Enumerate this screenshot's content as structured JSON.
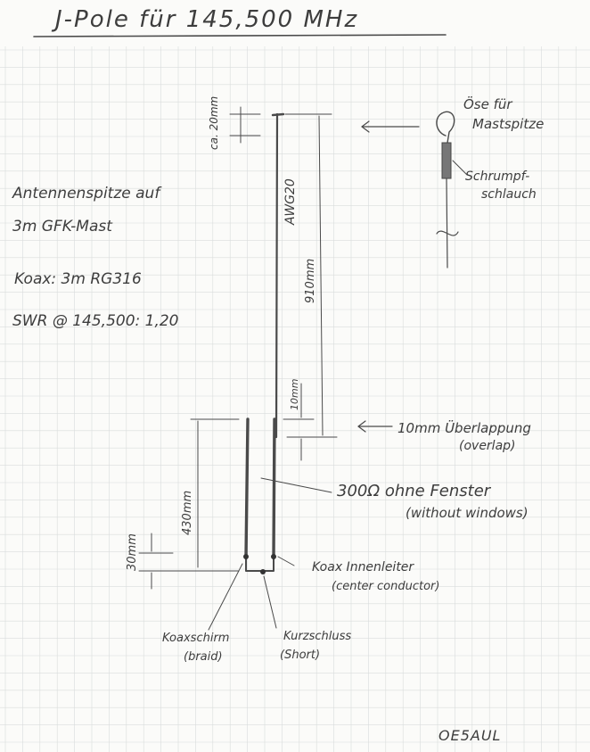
{
  "colors": {
    "paper": "#fbfbf9",
    "grid": "#d9dcdc",
    "ink": "#3d3d3d",
    "pencil": "#555555"
  },
  "title": "J-Pole für 145,500 MHz",
  "notes": {
    "line1": "Antennenspitze auf",
    "line2": "3m GFK-Mast",
    "koax": "Koax: 3m RG316",
    "swr": "SWR @ 145,500: 1,20"
  },
  "dimensions": {
    "top_gap": "ca. 20mm",
    "wire": "AWG20",
    "long": "910mm",
    "overlap_dim": "10mm",
    "stub": "430mm",
    "feed": "30mm"
  },
  "labels": {
    "ose_line1": "Öse für",
    "ose_line2": "Mastspitze",
    "shrink_line1": "Schrumpf-",
    "shrink_line2": "schlauch",
    "overlap_line1": "10mm Überlappung",
    "overlap_line2": "(overlap)",
    "line300_line1": "300Ω ohne Fenster",
    "line300_line2": "(without windows)",
    "inner_line1": "Koax Innenleiter",
    "inner_line2": "(center conductor)",
    "braid_line1": "Koaxschirm",
    "braid_line2": "(braid)",
    "short_line1": "Kurzschluss",
    "short_line2": "(Short)"
  },
  "signature": "OE5AUL"
}
